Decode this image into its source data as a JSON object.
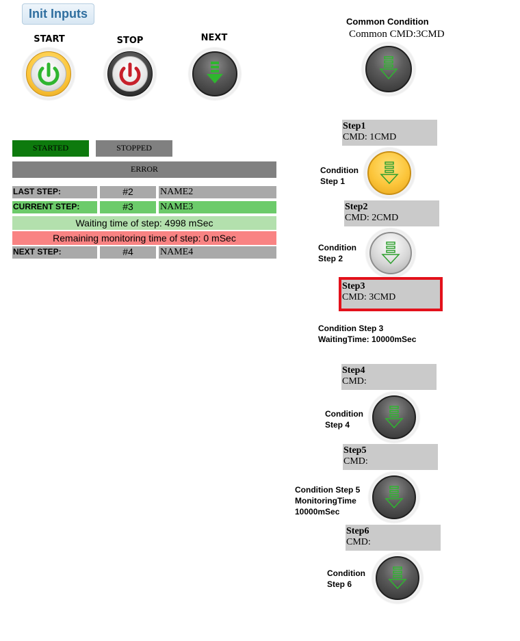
{
  "controls": {
    "init_label": "Init Inputs",
    "start_label": "START",
    "stop_label": "STOP",
    "next_label": "NEXT"
  },
  "status": {
    "started": "STARTED",
    "stopped": "STOPPED",
    "error": "ERROR"
  },
  "steps_info": {
    "last": {
      "label": "LAST STEP:",
      "num": "#2",
      "name": "NAME2"
    },
    "current": {
      "label": "CURRENT STEP:",
      "num": "#3",
      "name": "NAME3"
    },
    "waiting": "Waiting time of step: 4998 mSec",
    "remaining": "Remaining monitoring time of step: 0 mSec",
    "next": {
      "label": "NEXT STEP:",
      "num": "#4",
      "name": "NAME4"
    }
  },
  "common": {
    "title": "Common Condition",
    "cmd": "Common CMD:3CMD"
  },
  "steps": [
    {
      "title": "Step1",
      "cmd": "CMD: 1CMD",
      "cond1": "Condition",
      "cond2": "Step 1"
    },
    {
      "title": "Step2",
      "cmd": "CMD: 2CMD",
      "cond1": "Condition",
      "cond2": "Step 2"
    },
    {
      "title": "Step3",
      "cmd": "CMD: 3CMD",
      "cond1": "Condition Step 3",
      "cond2": "WaitingTime: 10000mSec"
    },
    {
      "title": "Step4",
      "cmd": "CMD:",
      "cond1": "Condition",
      "cond2": "Step 4"
    },
    {
      "title": "Step5",
      "cmd": "CMD:",
      "cond1": "Condition Step 5",
      "cond2": "MonitoringTime",
      "cond3": "10000mSec"
    },
    {
      "title": "Step6",
      "cmd": "CMD:",
      "cond1": "Condition",
      "cond2": "Step 6"
    }
  ],
  "colors": {
    "started_bg": "#0d7a0d",
    "stopped_bg": "#808080",
    "error_bg": "#808080",
    "current_green": "#6ccb6a",
    "waiting_bg": "#b3e0ad",
    "remaining_bg": "#f98383",
    "highlight_border": "#e3111b",
    "condition_active": "#fcc53a"
  }
}
